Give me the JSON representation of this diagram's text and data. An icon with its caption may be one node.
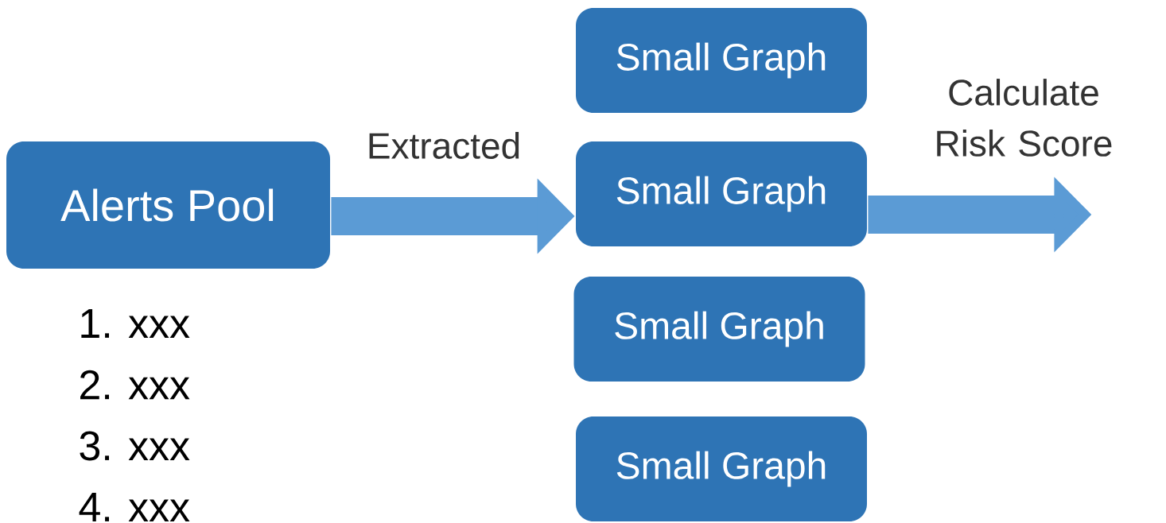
{
  "diagram": {
    "nodes": [
      {
        "text": [
          "Alerts Pool"
        ]
      },
      {
        "text": [
          "Small Graph"
        ]
      },
      {
        "text": [
          "Small Graph"
        ]
      },
      {
        "text": [
          "Small Graph"
        ]
      },
      {
        "text": [
          "Small Graph"
        ]
      }
    ],
    "edges": [
      {
        "from": 0,
        "to": 2,
        "arrow": "to",
        "label": "Extracted"
      },
      {
        "from": 2,
        "to": null,
        "arrow": "to",
        "label": "Calculate Risk Score"
      }
    ],
    "labels": [
      "1. xxx",
      "2. xxx",
      "3. xxx",
      "4. xxx"
    ]
  }
}
